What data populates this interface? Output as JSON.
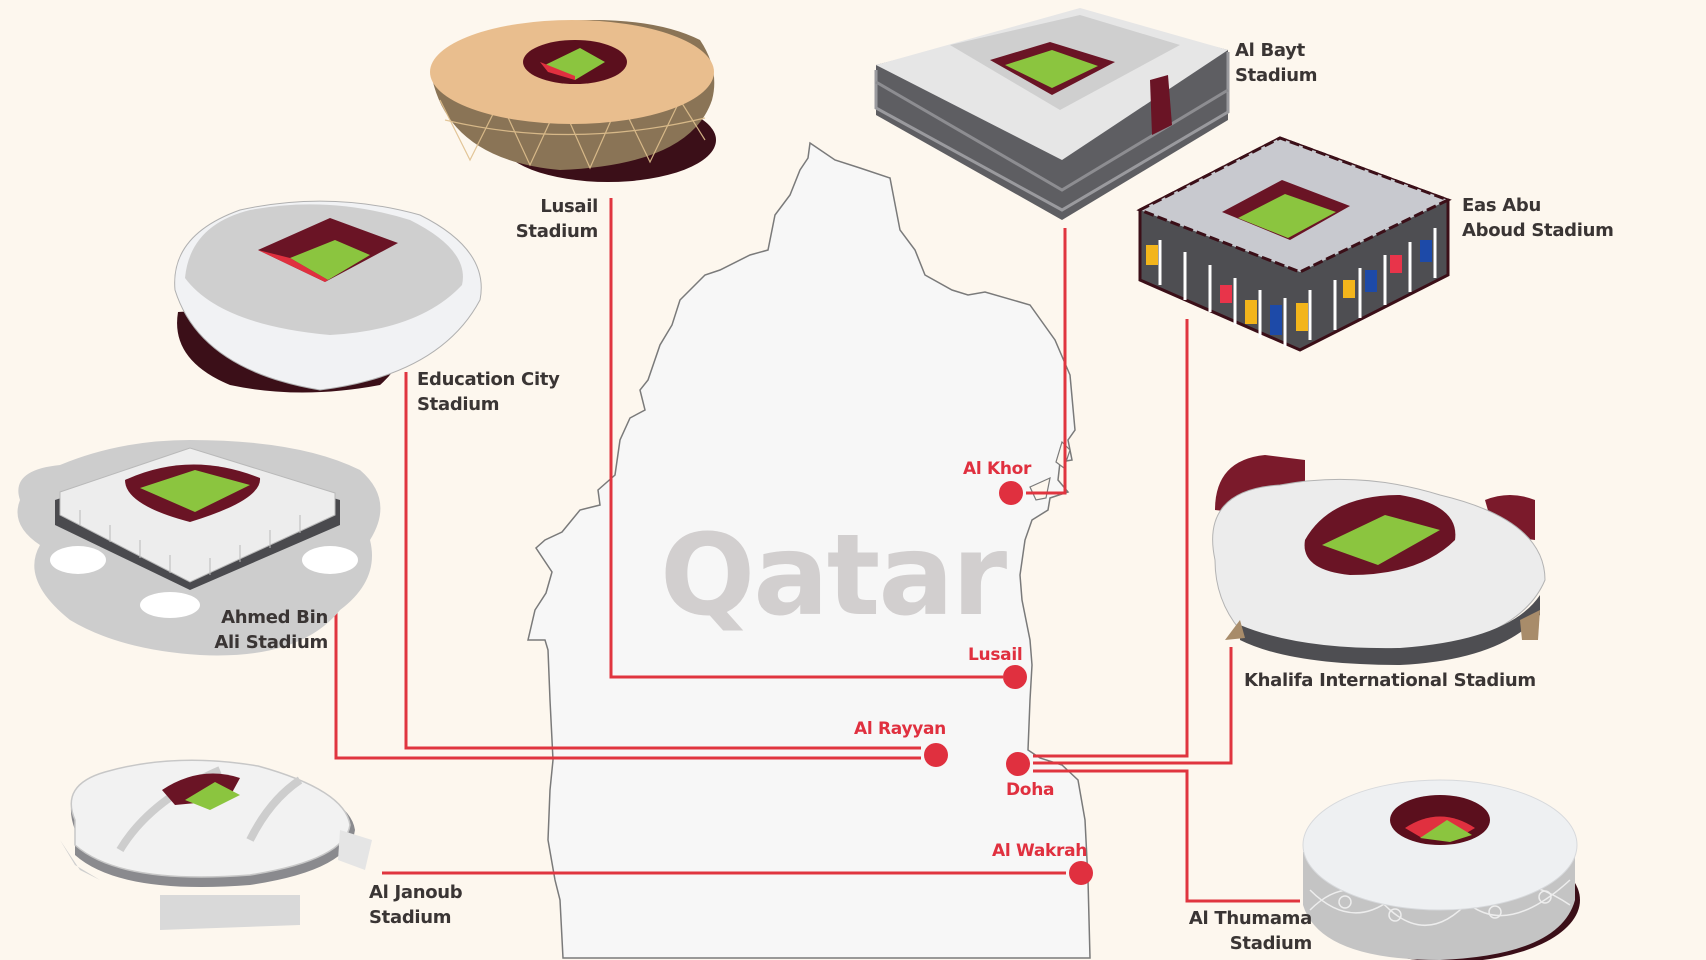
{
  "map": {
    "title": "Qatar",
    "background_color": "#fdf7ee",
    "land_color": "#f7f7f7",
    "accent_color": "#e0303f",
    "label_color": "#3a3534"
  },
  "cities": [
    {
      "name": "Al Khor"
    },
    {
      "name": "Lusail"
    },
    {
      "name": "Al Rayyan"
    },
    {
      "name": "Doha"
    },
    {
      "name": "Al Wakrah"
    }
  ],
  "stadiums": [
    {
      "line1": "Lusail",
      "line2": "Stadium",
      "city": "Lusail"
    },
    {
      "line1": "Al Bayt",
      "line2": "Stadium",
      "city": "Al Khor"
    },
    {
      "line1": "Eas Abu",
      "line2": "Aboud Stadium",
      "city": "Doha"
    },
    {
      "line1": "Education City",
      "line2": "Stadium",
      "city": "Al Rayyan"
    },
    {
      "line1": "Ahmed Bin",
      "line2": "Ali Stadium",
      "city": "Al Rayyan"
    },
    {
      "line1": "Khalifa International Stadium",
      "line2": "",
      "city": "Doha"
    },
    {
      "line1": "Al Janoub",
      "line2": "Stadium",
      "city": "Al Wakrah"
    },
    {
      "line1": "Al Thumama",
      "line2": "Stadium",
      "city": "Doha"
    }
  ]
}
